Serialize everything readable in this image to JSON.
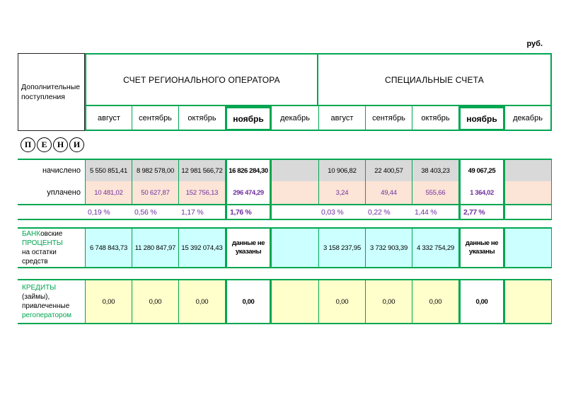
{
  "currency_label": "руб.",
  "labels": {
    "corner": "Дополнительные поступления",
    "accrued": "начислено",
    "paid": "уплачено",
    "bank": {
      "line1_green": "БАНК",
      "line1_rest": "овские",
      "line2": "ПРОЦЕНТЫ",
      "line3": "на остатки средств"
    },
    "credits": {
      "line1_green": "КРЕДИТЫ",
      "line1_rest": " (займы),",
      "line2": "привлеченные",
      "line3": "регоператором"
    }
  },
  "header": {
    "groups": [
      "СЧЕТ РЕГИОНАЛЬНОГО ОПЕРАТОРА",
      "СПЕЦИАЛЬНЫЕ СЧЕТА"
    ],
    "months": [
      "август",
      "сентябрь",
      "октябрь",
      "ноябрь",
      "декабрь"
    ]
  },
  "peni": [
    "П",
    "Е",
    "Н",
    "И"
  ],
  "cells": {
    "accrued": [
      "5 550 851,41",
      "8 982 578,00",
      "12 981 566,72",
      "16 826 284,30",
      "",
      "10 906,82",
      "22 400,57",
      "38 403,23",
      "49 067,25",
      ""
    ],
    "paid": [
      "10 481,02",
      "50 627,87",
      "152 756,13",
      "296 474,29",
      "",
      "3,24",
      "49,44",
      "555,66",
      "1 364,02",
      ""
    ],
    "percent": [
      "0,19 %",
      "0,56 %",
      "1,17 %",
      "1,76 %",
      "",
      "0,03 %",
      "0,22 %",
      "1,44 %",
      "2,77 %",
      ""
    ],
    "bank": [
      "6 748 843,73",
      "11 280 847,97",
      "15 392 074,43",
      "данные не указаны",
      "",
      "3 158 237,95",
      "3 732 903,39",
      "4 332 754,29",
      "данные не указаны",
      ""
    ],
    "credits": [
      "0,00",
      "0,00",
      "0,00",
      "0,00",
      "",
      "0,00",
      "0,00",
      "0,00",
      "0,00",
      ""
    ]
  },
  "colors": {
    "green": "#00A651",
    "purple": "#7030A0",
    "gray": "#D9D9D9",
    "peach": "#FCE4D6",
    "cyan": "#CCFFFF",
    "yellow": "#FFFFCC"
  }
}
